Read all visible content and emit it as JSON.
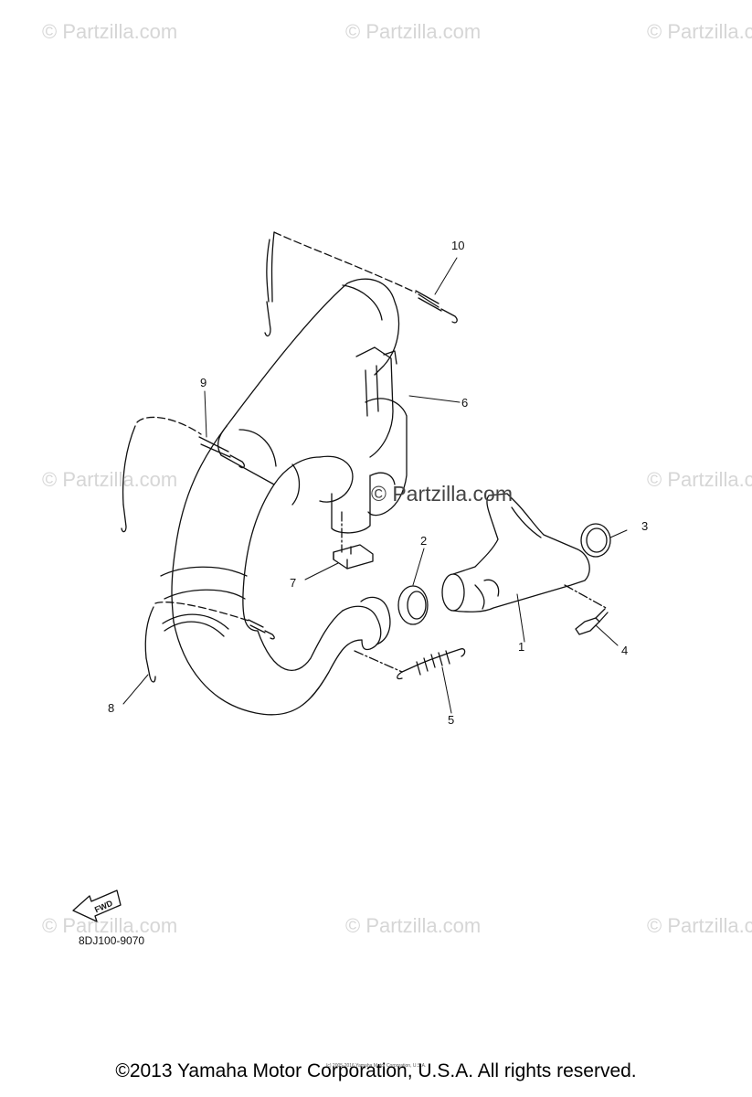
{
  "watermark": "© Partzilla.com",
  "center_watermark": "© Partzilla.com",
  "callouts": [
    "1",
    "2",
    "3",
    "4",
    "5",
    "6",
    "7",
    "8",
    "9",
    "10"
  ],
  "fwd_label": "FWD",
  "diagram_code": "8DJ100-9070",
  "small_notice": "(c) 2005-2016 Yamaha Motor Corporation, U.S.A.",
  "copyright": "©2013 Yamaha Motor Corporation, U.S.A. All rights reserved."
}
